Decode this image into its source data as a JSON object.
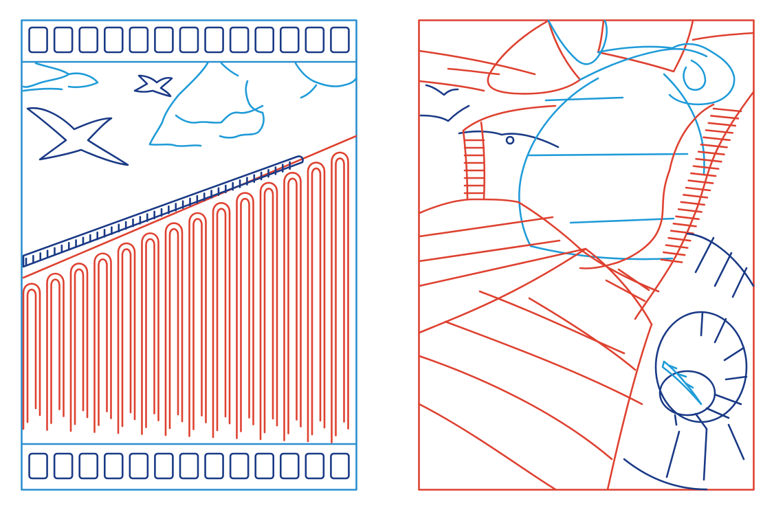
{
  "palette": {
    "blue": "#2b8fd0",
    "light_blue": "#1f9bd8",
    "navy": "#1a3a86",
    "red": "#de4130",
    "background": "#ffffff"
  },
  "panels": [
    {
      "name": "viaduct-film-frame",
      "frame_color": "#2b8fd0",
      "film_perforations_per_strip": 13,
      "viaduct_arches": 14
    },
    {
      "name": "winding-road-landscape",
      "frame_color": "#de4130"
    }
  ]
}
